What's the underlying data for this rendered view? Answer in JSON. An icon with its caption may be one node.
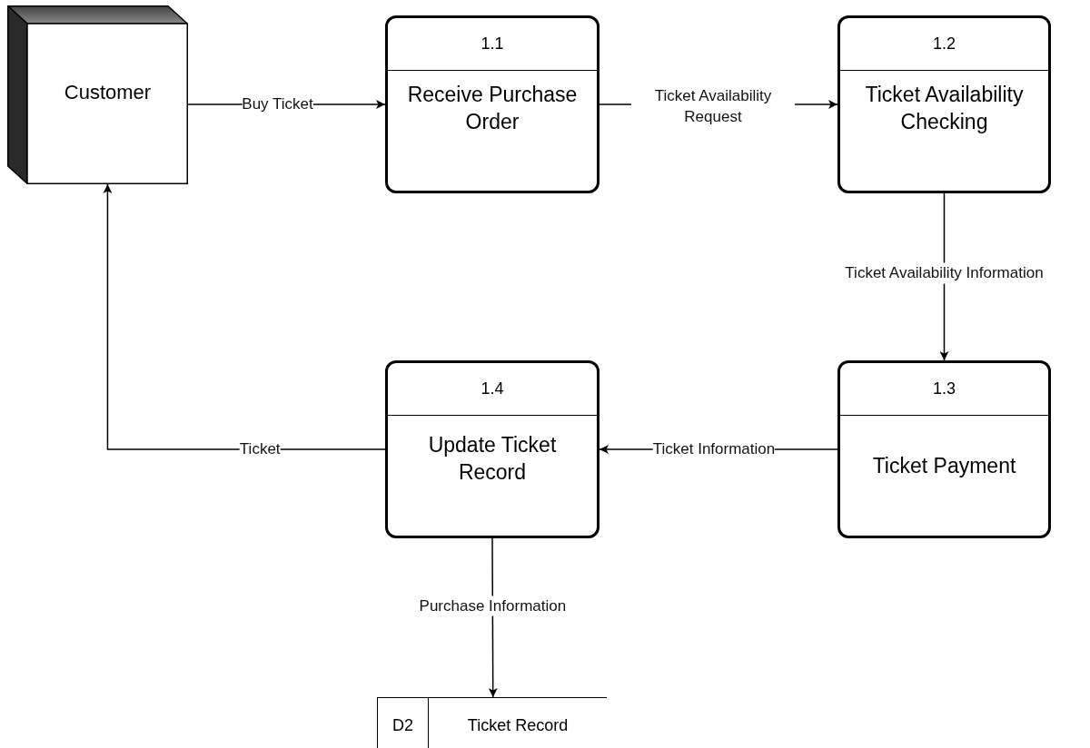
{
  "diagram": {
    "nodes": [
      {
        "text": [
          "Customer"
        ]
      },
      {
        "text": [
          "1.1",
          "Receive Purchase Order"
        ]
      },
      {
        "text": [
          "1.2",
          "Ticket Availability Checking"
        ]
      },
      {
        "text": [
          "1.4",
          "Update Ticket Record"
        ]
      },
      {
        "text": [
          "1.3",
          "Ticket Payment"
        ]
      },
      {
        "text": [
          "D2",
          "Ticket Record"
        ]
      }
    ],
    "edges": [
      {
        "from": 0,
        "to": 1,
        "arrow": "to",
        "label": "Buy Ticket"
      },
      {
        "from": 1,
        "to": 2,
        "arrow": "to",
        "label": "Ticket Availability Request"
      },
      {
        "from": 2,
        "to": 4,
        "arrow": "to",
        "label": "Ticket Availability Information"
      },
      {
        "from": 4,
        "to": 3,
        "arrow": "to",
        "label": "Ticket Information"
      },
      {
        "from": 3,
        "to": 0,
        "arrow": "to",
        "label": "Ticket"
      },
      {
        "from": 3,
        "to": 5,
        "arrow": "to",
        "label": "Purchase Information"
      }
    ]
  }
}
